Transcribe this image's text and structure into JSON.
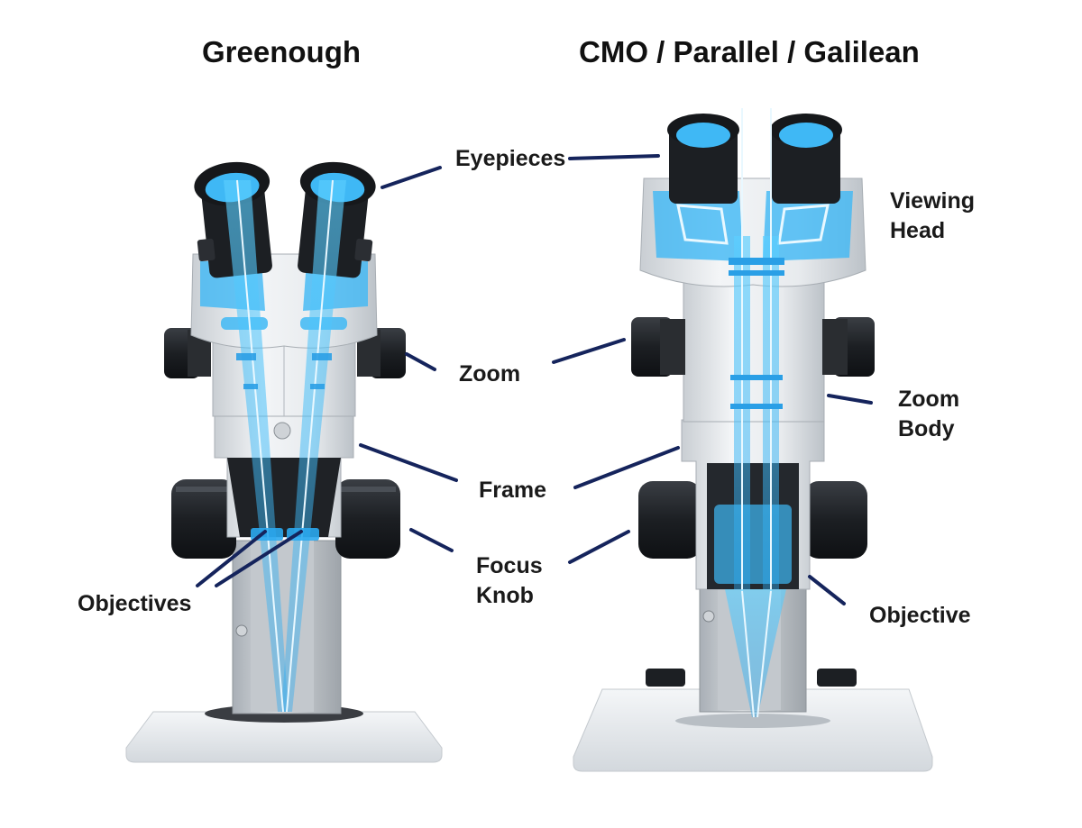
{
  "titles": {
    "left": "Greenough",
    "right": "CMO / Parallel / Galilean"
  },
  "labels": {
    "eyepieces": "Eyepieces",
    "viewing_head": [
      "Viewing",
      "Head"
    ],
    "zoom": "Zoom",
    "zoom_body": [
      "Zoom",
      "Body"
    ],
    "frame": "Frame",
    "focus_knob": [
      "Focus",
      "Knob"
    ],
    "objectives": "Objectives",
    "objective": "Objective"
  },
  "colors": {
    "leader_line": "#15245c",
    "optical_path": "#2fb6ff",
    "housing_light": "#e9ecef",
    "housing_dark": "#1f2226",
    "base": "#e6eaee",
    "text": "#1a1a1a"
  },
  "icons": {
    "microscope_left": "greenough-stereo-microscope-illustration",
    "microscope_right": "cmo-stereo-microscope-illustration"
  }
}
